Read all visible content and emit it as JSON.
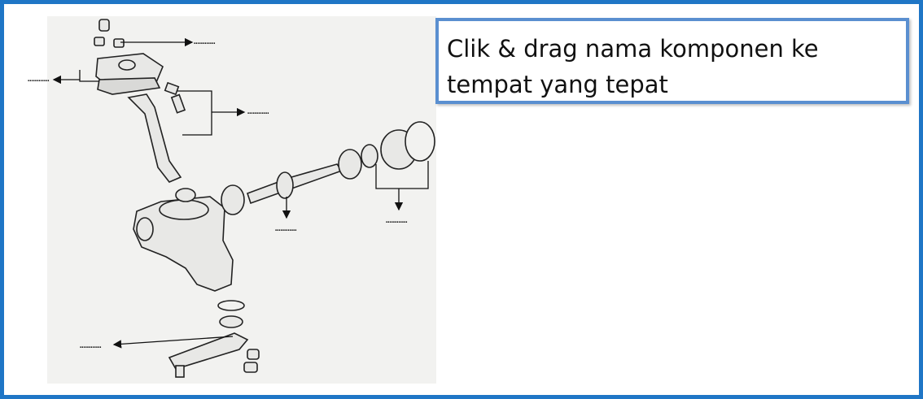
{
  "instruction": {
    "text": "Clik & drag nama komponen ke tempat yang tepat"
  },
  "diagram": {
    "placeholders": [
      {
        "id": "top",
        "label": "…………"
      },
      {
        "id": "cover-gasket",
        "label": "…………"
      },
      {
        "id": "adjust-screw",
        "label": "…………"
      },
      {
        "id": "worm-shaft",
        "label": "…………"
      },
      {
        "id": "bearing-plug",
        "label": "…………"
      },
      {
        "id": "pitman-arm",
        "label": "…………"
      }
    ]
  },
  "colors": {
    "frame": "#1f76c6",
    "instruction_border": "#5a8fd0",
    "drawing": "#222222"
  }
}
